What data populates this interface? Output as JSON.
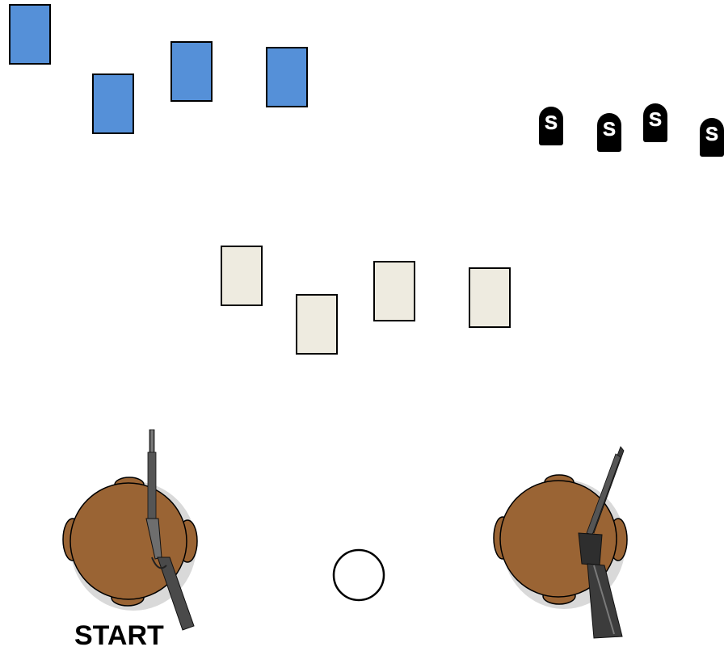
{
  "board": {
    "start_label": "START",
    "blue_cards": [
      "card-1",
      "card-2",
      "card-3",
      "card-4"
    ],
    "cream_cards": [
      "card-1",
      "card-2",
      "card-3",
      "card-4"
    ],
    "tombstone_symbol": "S",
    "players": [
      "player-1",
      "player-2"
    ]
  },
  "colors": {
    "blue_card": "#5590d8",
    "cream_card": "#eeebe0",
    "player_body": "#9a6434",
    "tombstone": "#000000",
    "shadow": "#c8c8c8"
  },
  "icons": {
    "tombstone": "tombstone-icon",
    "rifle": "rifle-icon",
    "token": "empty-circle-token"
  }
}
